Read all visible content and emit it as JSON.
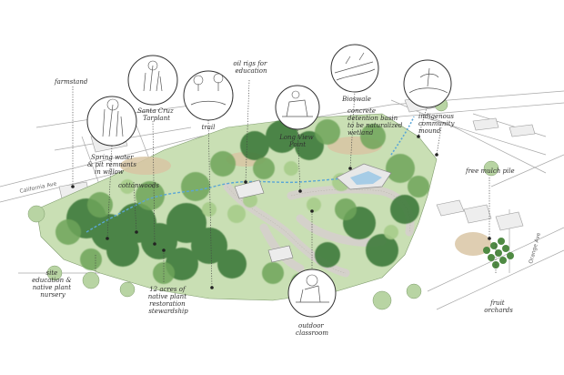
{
  "labels": {
    "farmstand": "farmstand",
    "santa_cruz_tarplant": [
      "Santa Cruz",
      "Tarplant"
    ],
    "trail": "trail",
    "oil_rigs": [
      "oil rigs for",
      "education"
    ],
    "long_view_point": [
      "Long View",
      "Point"
    ],
    "bioswale": "Bioswale",
    "concrete_basin": [
      "concrete",
      "detention basin",
      "to be naturalized",
      "wetland"
    ],
    "indigenous_mound": [
      "indigenous",
      "community",
      "mound"
    ],
    "spring_water": [
      "Spring water",
      "& pit remnants",
      "in willow"
    ],
    "cottonwoods": "cottonwoods",
    "free_mulch": "free mulch pile",
    "site_education": [
      "site",
      "education &",
      "native plant",
      "nursery"
    ],
    "acres_native": [
      "12 acres of",
      "native plant",
      "restoration",
      "stewardship"
    ],
    "outdoor_classroom": [
      "outdoor",
      "classroom"
    ],
    "fruit_orchards": [
      "fruit",
      "orchards"
    ]
  },
  "streets": {
    "california_ave": "California Ave",
    "orange_ave": "Orange Ave"
  },
  "colors": {
    "tree_dark": "#3f7a3a",
    "tree_mid": "#6fa55a",
    "tree_light": "#a7cc8a",
    "path": "#d9d6cf",
    "creek": "#5aa6d6",
    "road_line": "#9a9a9a"
  }
}
